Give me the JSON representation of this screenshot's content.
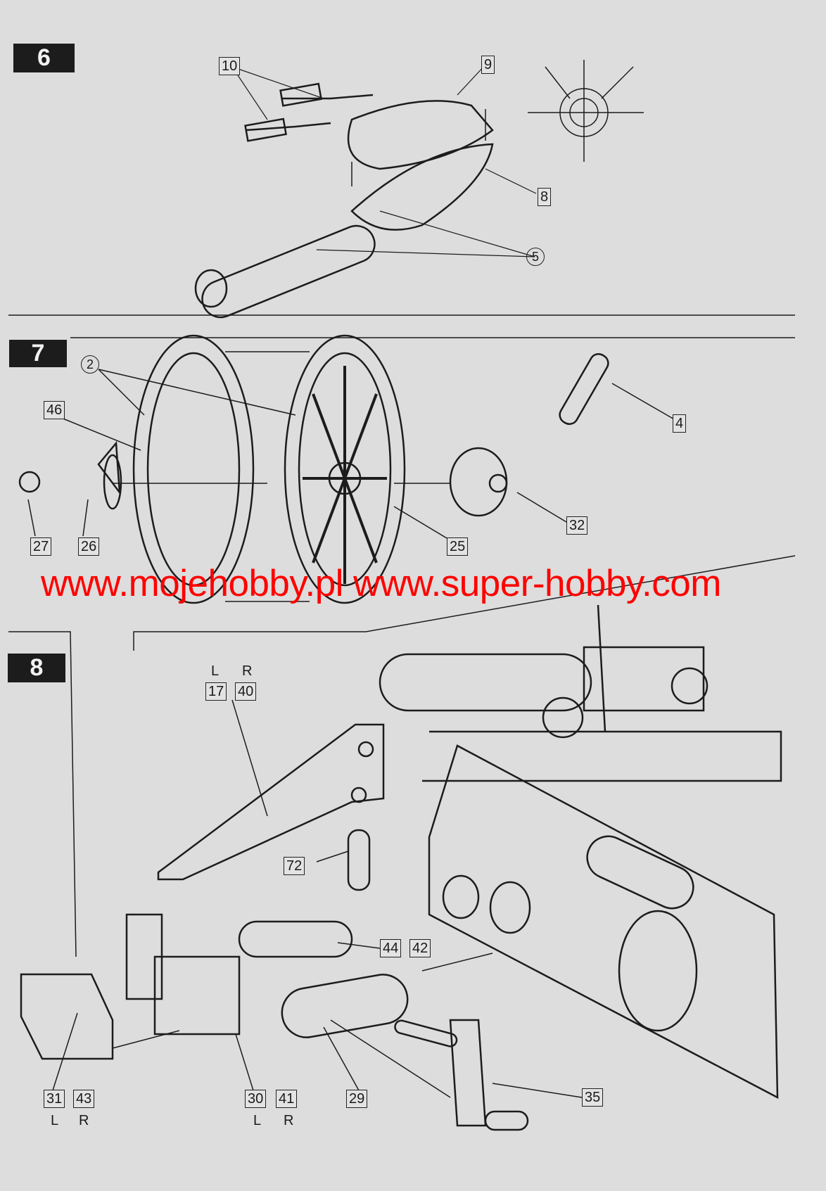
{
  "steps": {
    "s6": {
      "number": "6",
      "parts": {
        "p10": "10",
        "p9": "9",
        "p8": "8",
        "p5": "5"
      }
    },
    "s7": {
      "number": "7",
      "parts": {
        "p2": "2",
        "p46": "46",
        "p4": "4",
        "p32": "32",
        "p25": "25",
        "p27": "27",
        "p26": "26"
      }
    },
    "s8": {
      "number": "8",
      "parts": {
        "p17": "17",
        "p40": "40",
        "p72": "72",
        "p44": "44",
        "p42": "42",
        "p31": "31",
        "p43": "43",
        "p30": "30",
        "p41": "41",
        "p29": "29",
        "p35": "35"
      },
      "side_left": "L",
      "side_right": "R"
    }
  },
  "watermark": "www.mojehobby.pl www.super-hobby.com",
  "colors": {
    "paper": "#dcdddc",
    "ink": "#1c1c1c",
    "watermark": "#ff0000"
  }
}
